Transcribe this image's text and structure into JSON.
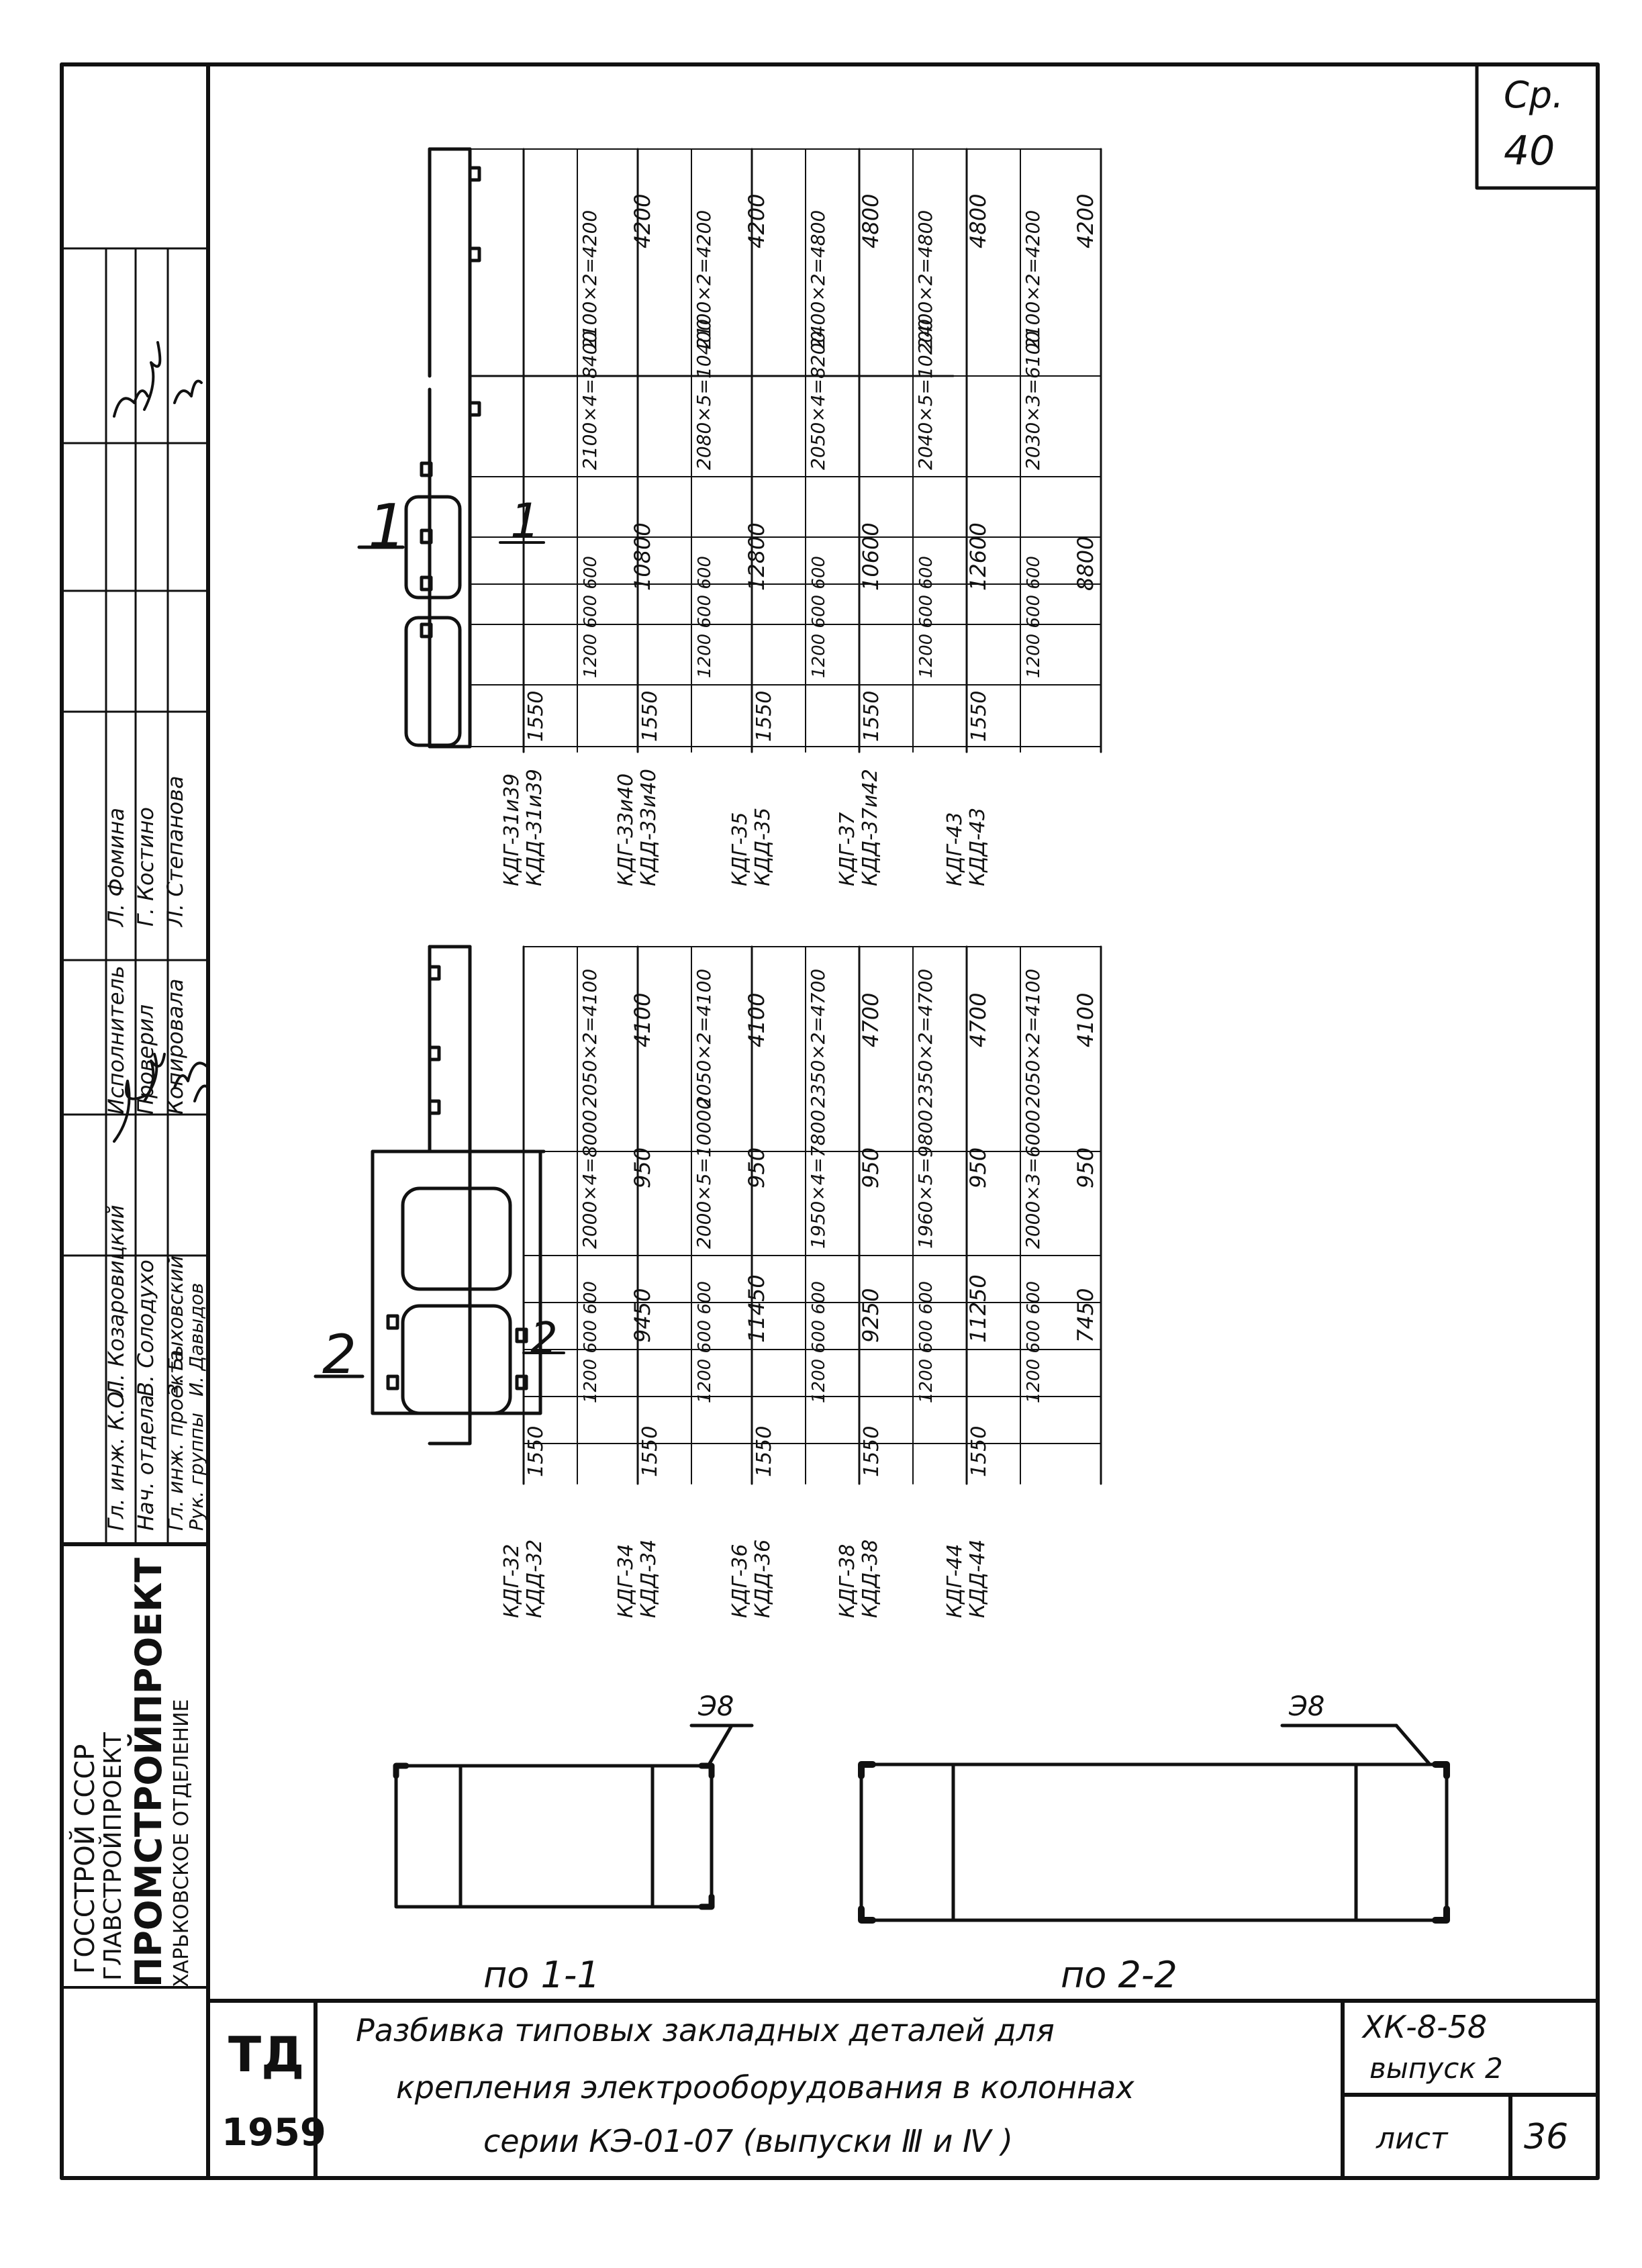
{
  "sheet": {
    "page_label": "Ср.",
    "page_number": "40",
    "code": "ХК-8-58",
    "issue": "выпуск 2",
    "sheet_label": "лист",
    "sheet_number": "36",
    "stamp_letters": "ТД",
    "stamp_year": "1959",
    "title_line1": "Разбивка типовых закладных деталей для",
    "title_line2": "крепления электрооборудования в колоннах",
    "title_line3": "серии КЭ-01-07 (выпуски Ⅲ и Ⅳ )"
  },
  "org": {
    "line1": "ГОССТРОЙ СССР",
    "line2": "ГЛАВСТРОЙПРОЕКТ",
    "line3": "ПРОМСТРОЙПРОЕКТ",
    "line4": "ХАРЬКОВСКОЕ ОТДЕЛЕНИЕ"
  },
  "signatures": [
    {
      "role": "Гл. инж. К.О.",
      "name": "Л. Козаровицкий"
    },
    {
      "role": "Нач. отдела",
      "name": "В. Солодухо"
    },
    {
      "role": "Гл. инж. проекта",
      "name": "З. Быховский"
    },
    {
      "role": "Рук. группы",
      "name": "И. Давыдов"
    }
  ],
  "approvals": [
    {
      "role": "Исполнитель",
      "name": "Л. Фомина"
    },
    {
      "role": "Проверил",
      "name": "Г. Костино"
    },
    {
      "role": "Копировала",
      "name": "Л. Степанова"
    }
  ],
  "section_marks": {
    "top": "1",
    "bottom": "2"
  },
  "top_table": {
    "rows": [
      {
        "mark1": "КДГ-31и39",
        "mark2": "КДД-31и39",
        "offset": "1550",
        "spacing": "1200 600 600",
        "mid_formula": "2100×4=8400",
        "far_formula": "2100×2=4200",
        "total": "10800",
        "far_total": "4200"
      },
      {
        "mark1": "КДГ-33и40",
        "mark2": "КДД-33и40",
        "offset": "1550",
        "spacing": "1200 600 600",
        "mid_formula": "2080×5=10400",
        "far_formula": "2100×2=4200",
        "total": "12800",
        "far_total": "4200"
      },
      {
        "mark1": "КДГ-35",
        "mark2": "КДД-35",
        "offset": "1550",
        "spacing": "1200 600 600",
        "mid_formula": "2050×4=8200",
        "far_formula": "2400×2=4800",
        "total": "10600",
        "far_total": "4800"
      },
      {
        "mark1": "КДГ-37",
        "mark2": "КДД-37и42",
        "offset": "1550",
        "spacing": "1200 600 600",
        "mid_formula": "2040×5=10200",
        "far_formula": "2400×2=4800",
        "total": "12600",
        "far_total": "4800"
      },
      {
        "mark1": "КДГ-43",
        "mark2": "КДД-43",
        "offset": "1550",
        "spacing": "1200 600 600",
        "mid_formula": "2030×3=6100",
        "far_formula": "2100×2=4200",
        "total": "8800",
        "far_total": "4200"
      }
    ]
  },
  "bottom_table": {
    "rows": [
      {
        "mark1": "КДГ-32",
        "mark2": "КДД-32",
        "offset": "1550",
        "spacing": "1200 600 600",
        "mid_formula": "2000×4=8000",
        "gap": "950",
        "far_formula": "2050×2=4100",
        "total": "9450",
        "far_total": "4100"
      },
      {
        "mark1": "КДГ-34",
        "mark2": "КДД-34",
        "offset": "1550",
        "spacing": "1200 600 600",
        "mid_formula": "2000×5=10000",
        "gap": "950",
        "far_formula": "2050×2=4100",
        "total": "11450",
        "far_total": "4100"
      },
      {
        "mark1": "КДГ-36",
        "mark2": "КДД-36",
        "offset": "1550",
        "spacing": "1200 600 600",
        "mid_formula": "1950×4=7800",
        "gap": "950",
        "far_formula": "2350×2=4700",
        "total": "9250",
        "far_total": "4700"
      },
      {
        "mark1": "КДГ-38",
        "mark2": "КДД-38",
        "offset": "1550",
        "spacing": "1200 600 600",
        "mid_formula": "1960×5=9800",
        "gap": "950",
        "far_formula": "2350×2=4700",
        "total": "11250",
        "far_total": "4700"
      },
      {
        "mark1": "КДГ-44",
        "mark2": "КДД-44",
        "offset": "1550",
        "spacing": "1200 600 600",
        "mid_formula": "2000×3=6000",
        "gap": "950",
        "far_formula": "2050×2=4100",
        "total": "7450",
        "far_total": "4100"
      }
    ]
  },
  "sections": {
    "left_label": "по 1-1",
    "right_label": "по 2-2",
    "left_tag": "Э8",
    "right_tag": "Э8"
  }
}
